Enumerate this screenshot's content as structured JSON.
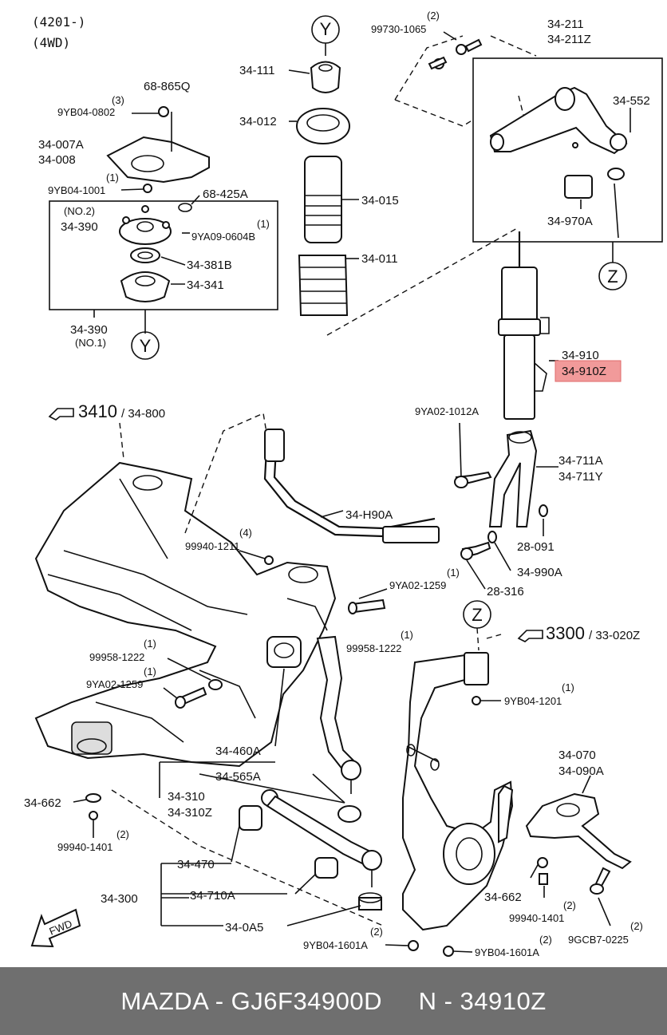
{
  "header": {
    "code": "(4201-)",
    "drive": "(4WD)"
  },
  "callouts": {
    "y": "Y",
    "z": "Z"
  },
  "refs": {
    "r3410": "3410",
    "r3410_sub": "/ 34-800",
    "r3300": "3300",
    "r3300_sub": "/ 33-020Z",
    "fwd": "FWD"
  },
  "labels": {
    "p34_111": "34-111",
    "p34_012": "34-012",
    "p34_015": "34-015",
    "p34_011": "34-011",
    "p68_865q": "68-865Q",
    "q3a": "(3)",
    "p9yb04_0802": "9YB04-0802",
    "p34_007a": "34-007A",
    "p34_008": "34-008",
    "q1a": "(1)",
    "p9yb04_1001": "9YB04-1001",
    "p68_425a": "68-425A",
    "no2": "(NO.2)",
    "p34_390a": "34-390",
    "q1b": "(1)",
    "p9ya09_0604b": "9YA09-0604B",
    "p34_381b": "34-381B",
    "p34_341": "34-341",
    "p34_390b": "34-390",
    "no1": "(NO.1)",
    "q2a": "(2)",
    "p99730_1065": "99730-1065",
    "p34_211": "34-211",
    "p34_211z": "34-211Z",
    "p34_552": "34-552",
    "p34_970a": "34-970A",
    "p34_910": "34-910",
    "p34_910z": "34-910Z",
    "p9ya02_1012a": "9YA02-1012A",
    "p34_711a": "34-711A",
    "p34_711y": "34-711Y",
    "p28_091": "28-091",
    "p34_990a": "34-990A",
    "p28_316": "28-316",
    "p34_h90a": "34-H90A",
    "q4": "(4)",
    "p99940_1211": "99940-1211",
    "q1c": "(1)",
    "p9ya02_1259a": "9YA02-1259",
    "q1d": "(1)",
    "p99958_1222a": "99958-1222",
    "q1e": "(1)",
    "p99958_1222b": "99958-1222",
    "q1f": "(1)",
    "p9ya02_1259b": "9YA02-1259",
    "q1g": "(1)",
    "p9yb04_1201": "9YB04-1201",
    "p34_460a": "34-460A",
    "p34_565a": "34-565A",
    "p34_310": "34-310",
    "p34_310z": "34-310Z",
    "p34_662a": "34-662",
    "q2b": "(2)",
    "p99940_1401a": "99940-1401",
    "p34_070": "34-070",
    "p34_090a": "34-090A",
    "p34_470": "34-470",
    "p34_300": "34-300",
    "p34_710a": "34-710A",
    "p34_0a5": "34-0A5",
    "p34_662b": "34-662",
    "q2c": "(2)",
    "p99940_1401b": "99940-1401",
    "q2d": "(2)",
    "p9gcb7_0225": "9GCB7-0225",
    "q2e": "(2)",
    "p9yb04_1601a_a": "9YB04-1601A",
    "q2f": "(2)",
    "p9yb04_1601a_b": "9YB04-1601A"
  },
  "highlight_color": "#f19a9a",
  "footer": {
    "text": "MAZDA - GJ6F34900D     N - 34910Z"
  }
}
